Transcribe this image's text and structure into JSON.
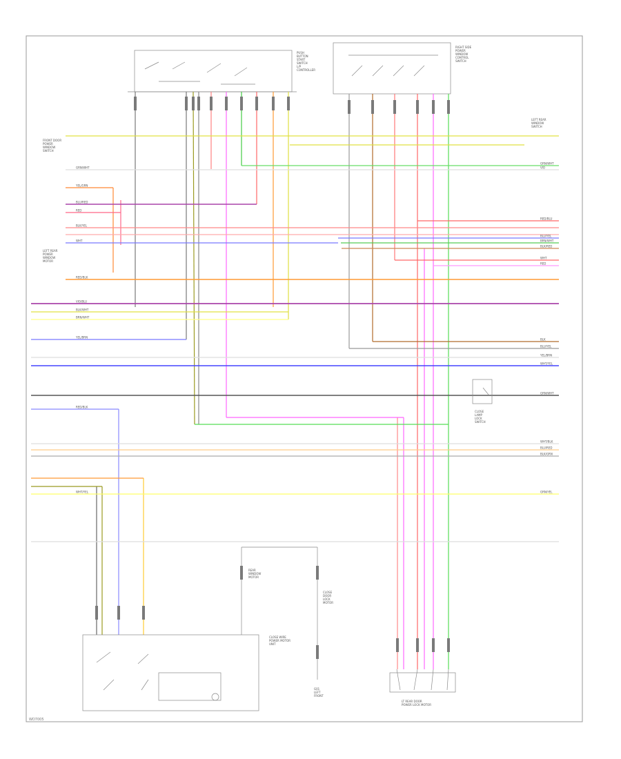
{
  "footer": {
    "code": "WD7005"
  },
  "components": {
    "top_left": [
      "PUSH",
      "BUTTON",
      "START",
      "SWITCH",
      "L/P",
      "CONTROLLER"
    ],
    "top_right": [
      "RIGHT SIDE",
      "POWER",
      "WINDOW",
      "CONTROL",
      "SWITCH"
    ],
    "left_top": [
      "FRONT DOOR",
      "POWER",
      "WINDOW",
      "SWITCH"
    ],
    "left_mid": [
      "LEFT REAR",
      "POWER",
      "WINDOW",
      "MOTOR"
    ],
    "right_top": [
      "LEFT REAR",
      "WINDOW",
      "SWITCH"
    ],
    "right_mid": [
      "CLOSE",
      "LAMP",
      "LOCK",
      "SWITCH"
    ],
    "bottom_left_side": [
      "REAR",
      "WINDOW",
      "MOTOR"
    ],
    "bottom_center": [
      "CLOSE WIRE",
      "POWER MOTOR",
      "UNIT"
    ],
    "bottom_right": [
      "CLOSE",
      "DOOR",
      "LOCK",
      "MOTOR"
    ],
    "bottom_connector": [
      "LT REAR DOOR",
      "POWER LOCK MOTOR"
    ],
    "ground": [
      "G01",
      "LEFT",
      "FRONT"
    ]
  },
  "wire_labels": {
    "left": [
      "GRN/WHT",
      "YEL/GRN",
      "BLU/RED",
      "RED",
      "BLK/YEL",
      "WHT",
      "RED/BLK",
      "VIO/BLU",
      "BLK/WHT",
      "BRN/WHT",
      "YEL/BRN",
      "RED/BLK",
      "WHT/YEL"
    ],
    "right": [
      "GRN/WHT",
      "VIO",
      "RED/BLU",
      "BLU/YEL",
      "BRN/WHT",
      "BLK/RED",
      "WHT",
      "RED",
      "BLK",
      "BLU/YEL",
      "YEL/BRN",
      "WHT/YEL",
      "GRN/WHT",
      "WHT/BLK",
      "BLU/RED",
      "BLK/GRN",
      "GRN/YEL"
    ]
  }
}
